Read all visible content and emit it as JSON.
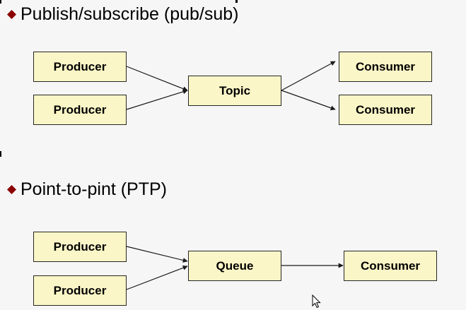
{
  "colors": {
    "background": "#f6f6f6",
    "box_fill": "#fbf6c7",
    "box_border": "#262626",
    "bullet": "#8b0000",
    "arrow": "#1a1a1a"
  },
  "pubsub": {
    "heading": "Publish/subscribe (pub/sub)",
    "producer_1": "Producer",
    "producer_2": "Producer",
    "topic": "Topic",
    "consumer_1": "Consumer",
    "consumer_2": "Consumer"
  },
  "ptp": {
    "heading": "Point-to-pint (PTP)",
    "producer_1": "Producer",
    "producer_2": "Producer",
    "queue": "Queue",
    "consumer": "Consumer"
  },
  "icons": {
    "bullet": "diamond-bullet-icon",
    "cursor": "mouse-pointer-icon"
  }
}
